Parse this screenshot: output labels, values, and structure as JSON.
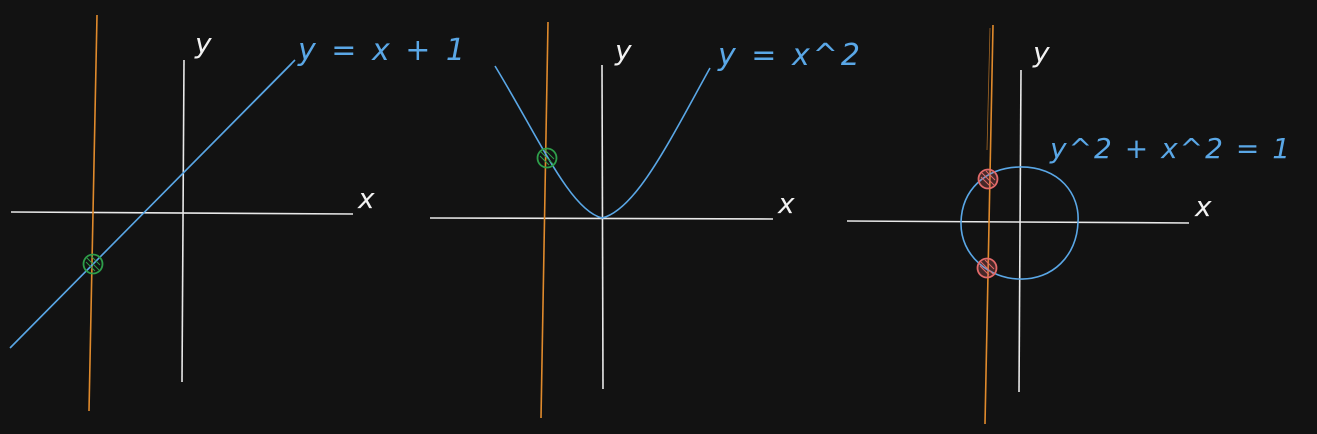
{
  "colors": {
    "background": "#121212",
    "axis": "#e8e8e8",
    "curve": "#5aa7e6",
    "vertical_line": "#e08a2c",
    "intersection_single": "#2e9e4a",
    "intersection_double": "#e26a6a"
  },
  "panels": [
    {
      "equation": "y = x + 1",
      "x_label": "x",
      "y_label": "y",
      "intersections": 1
    },
    {
      "equation": "y = x^2",
      "x_label": "x",
      "y_label": "y",
      "intersections": 1
    },
    {
      "equation": "y^2 + x^2 = 1",
      "x_label": "x",
      "y_label": "y",
      "intersections": 2
    }
  ]
}
